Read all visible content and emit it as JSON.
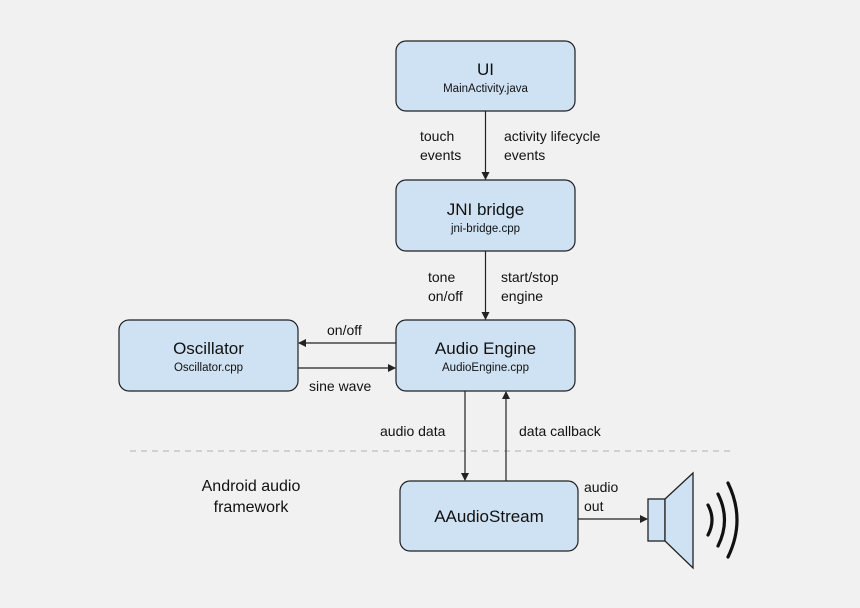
{
  "boxes": {
    "ui": {
      "title": "UI",
      "subtitle": "MainActivity.java"
    },
    "jni": {
      "title": "JNI bridge",
      "subtitle": "jni-bridge.cpp"
    },
    "engine": {
      "title": "Audio Engine",
      "subtitle": "AudioEngine.cpp"
    },
    "oscillator": {
      "title": "Oscillator",
      "subtitle": "Oscillator.cpp"
    },
    "stream": {
      "title": "AAudioStream"
    }
  },
  "labels": {
    "touch_1": "touch",
    "touch_2": "events",
    "lifecycle_1": "activity lifecycle",
    "lifecycle_2": "events",
    "tone_1": "tone",
    "tone_2": "on/off",
    "startstop_1": "start/stop",
    "startstop_2": "engine",
    "onoff": "on/off",
    "sine": "sine wave",
    "audio_data": "audio data",
    "data_callback": "data callback",
    "audio_out_1": "audio",
    "audio_out_2": "out"
  },
  "framework": {
    "line1": "Android audio",
    "line2": "framework"
  },
  "icons": {
    "speaker": "speaker-icon"
  },
  "colors": {
    "box_fill": "#cfe2f3",
    "background": "#f1f1f1"
  }
}
